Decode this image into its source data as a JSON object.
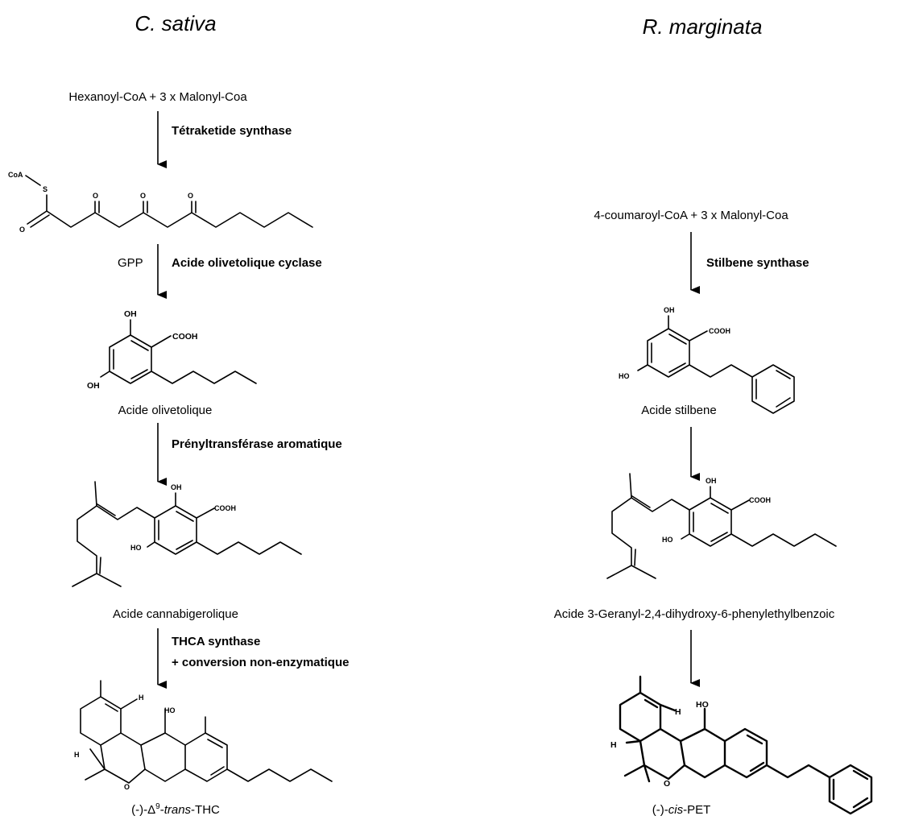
{
  "titles": {
    "left": "C. sativa",
    "right": "R. marginata"
  },
  "left": {
    "start": "Hexanoyl-CoA + 3 x Malonyl-Coa",
    "enzyme1": "Tétraketide synthase",
    "cofactor2": "GPP",
    "enzyme2": "Acide olivetolique cyclase",
    "product2": "Acide olivetolique",
    "enzyme3": "Prényltransférase aromatique",
    "product3": "Acide cannabigerolique",
    "enzyme4_line1": "THCA synthase",
    "enzyme4_line2": "+ conversion non-enzymatique",
    "final_prefix": "(-)-Δ",
    "final_sup": "9",
    "final_italic": "trans",
    "final_suffix": "-THC"
  },
  "right": {
    "start": "4-coumaroyl-CoA + 3 x Malonyl-Coa",
    "enzyme1": "Stilbene synthase",
    "product1": "Acide stilbene",
    "product2": "Acide 3-Geranyl-2,4-dihydroxy-6-phenylethylbenzoic",
    "final_prefix": "(-)-",
    "final_italic": "cis",
    "final_suffix": "-PET"
  },
  "atoms": {
    "coa": "CoA",
    "s": "S",
    "o": "O",
    "oh": "OH",
    "ho": "HO",
    "cooh": "COOH",
    "h": "H"
  }
}
